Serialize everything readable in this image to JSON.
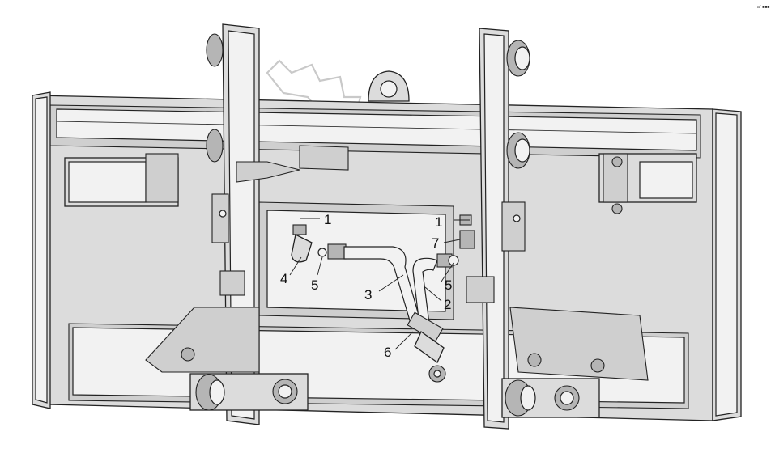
{
  "drawing": {
    "callouts": [
      {
        "id": "c1a",
        "text": "1"
      },
      {
        "id": "c1b",
        "text": "1"
      },
      {
        "id": "c2",
        "text": "2"
      },
      {
        "id": "c3",
        "text": "3"
      },
      {
        "id": "c4",
        "text": "4"
      },
      {
        "id": "c5a",
        "text": "5"
      },
      {
        "id": "c5b",
        "text": "5"
      },
      {
        "id": "c6",
        "text": "6"
      },
      {
        "id": "c7",
        "text": "7"
      }
    ],
    "corner_mark": "a° ■■■"
  }
}
